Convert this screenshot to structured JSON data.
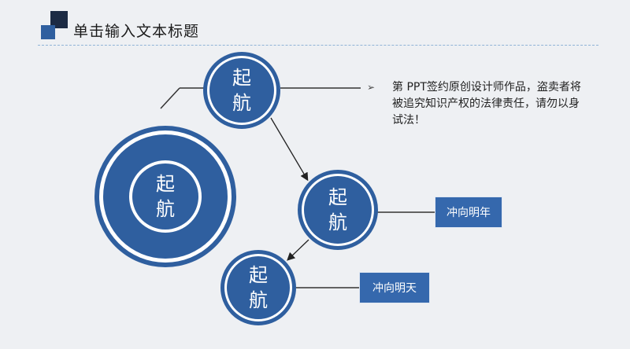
{
  "header": {
    "title": "单击输入文本标题"
  },
  "nodes": {
    "top": {
      "line1": "起",
      "line2": "航"
    },
    "big": {
      "line1": "起",
      "line2": "航"
    },
    "middle": {
      "line1": "起",
      "line2": "航"
    },
    "bottom": {
      "line1": "起",
      "line2": "航"
    }
  },
  "labels": {
    "middle": "冲向明年",
    "bottom": "冲向明天"
  },
  "note": {
    "bullet": "➢",
    "text": "第 PPT签约原创设计师作品，盗卖者将被追究知识产权的法律责任，请勿以身试法！"
  },
  "colors": {
    "accent": "#2f5f9f",
    "dark": "#1c2b44",
    "background": "#eef0f3"
  }
}
